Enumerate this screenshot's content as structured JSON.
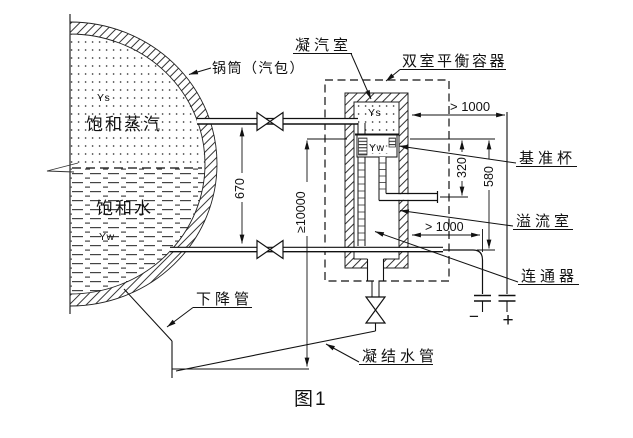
{
  "figure_caption": "图1",
  "drum": {
    "label": "锅筒（汽包）",
    "steam_region": {
      "symbol": "Ys",
      "label": "饱和蒸汽"
    },
    "water_region": {
      "symbol": "Yw",
      "label": "饱和水"
    },
    "downcomer_label": "下降管"
  },
  "balance_vessel": {
    "label": "双室平衡容器",
    "condensing_chamber": {
      "label": "凝汽室",
      "symbol": "Ys"
    },
    "reference_cup": {
      "label": "基准杯",
      "symbol": "Yw"
    },
    "overflow_chamber_label": "溢流室",
    "connector_label": "连通器"
  },
  "condensate_pipe_label": "凝结水管",
  "pressure_taps": {
    "minus": "−",
    "plus": "+"
  },
  "dimensions": {
    "pipe_spacing": "670",
    "vessel_height_min": "≥10000",
    "top_run_min": "> 1000",
    "cup_to_overflow": "320",
    "cup_to_bottom": "580",
    "bottom_run_min": "> 1000"
  }
}
